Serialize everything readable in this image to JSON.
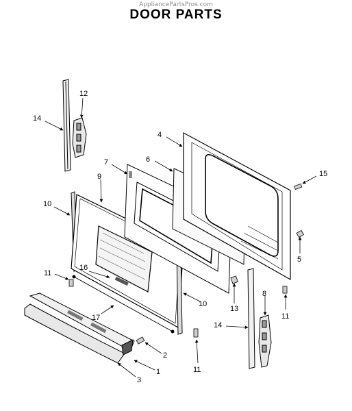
{
  "header": {
    "watermark": "AppliancePartsPros.com",
    "title": "DOOR PARTS"
  },
  "callouts": {
    "c1": "1",
    "c2": "2",
    "c3": "3",
    "c4": "4",
    "c5": "5",
    "c6": "6",
    "c7": "7",
    "c8": "8",
    "c9": "9",
    "c10a": "10",
    "c10b": "10",
    "c11a": "11",
    "c11b": "11",
    "c11c": "11",
    "c12": "12",
    "c13": "13",
    "c14a": "14",
    "c14b": "14",
    "c15": "15",
    "c16": "16",
    "c17": "17"
  }
}
